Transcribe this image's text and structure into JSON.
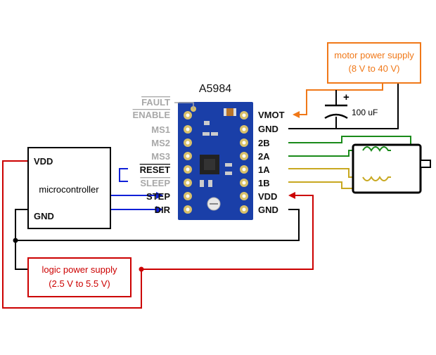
{
  "chip": {
    "title": "A5984"
  },
  "left_pins": {
    "fault": "FAULT",
    "enable": "ENABLE",
    "ms1": "MS1",
    "ms2": "MS2",
    "ms3": "MS3",
    "reset": "RESET",
    "sleep": "SLEEP",
    "step": "STEP",
    "dir": "DIR"
  },
  "right_pins": {
    "vmot": "VMOT",
    "gnd_top": "GND",
    "p2b": "2B",
    "p2a": "2A",
    "p1a": "1A",
    "p1b": "1B",
    "vdd": "VDD",
    "gnd_bottom": "GND"
  },
  "microcontroller": {
    "label": "microcontroller",
    "vdd": "VDD",
    "gnd": "GND"
  },
  "motor_supply": {
    "line1": "motor power supply",
    "line2": "(8 V to 40 V)"
  },
  "capacitor": {
    "value": "100 uF",
    "plus": "+"
  },
  "logic_supply": {
    "line1": "logic power supply",
    "line2": "(2.5 V to 5.5 V)"
  },
  "colors": {
    "red": "#cc0000",
    "orange": "#f07818",
    "blue": "#1020d8",
    "green": "#1a8a1a",
    "yellow": "#c8a820",
    "board": "#1a3fa8",
    "black": "#000000"
  }
}
